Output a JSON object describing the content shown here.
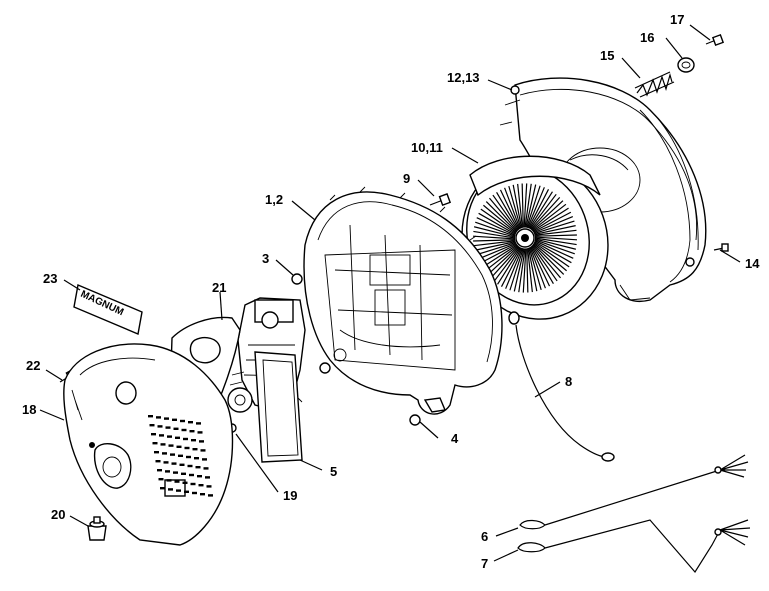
{
  "labels": {
    "l17": "17",
    "l16": "16",
    "l15": "15",
    "l12_13": "12,13",
    "l10_11": "10,11",
    "l9": "9",
    "l1_2": "1,2",
    "l3": "3",
    "l14": "14",
    "l23": "23",
    "l21": "21",
    "l22": "22",
    "l18": "18",
    "l8": "8",
    "l4": "4",
    "l5": "5",
    "l19": "19",
    "l20": "20",
    "l6": "6",
    "l7": "7"
  },
  "decal_text": "MAGNUM"
}
